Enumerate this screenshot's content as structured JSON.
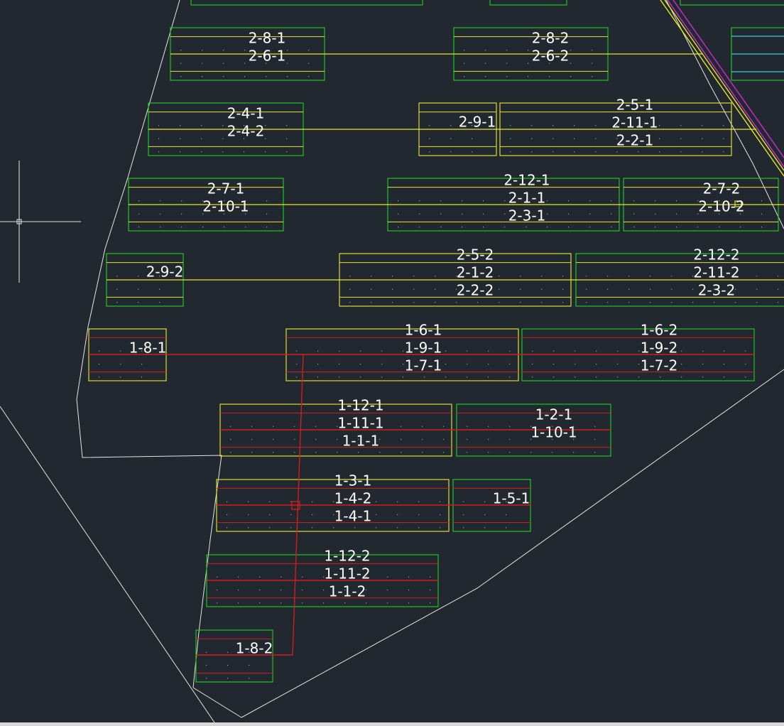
{
  "colors": {
    "background": "#212830",
    "boundary": "#e6e6e6",
    "green_outline": "#22c322",
    "yellow_outline": "#dcdc33",
    "yellow_line": "#e5e52c",
    "red_line": "#d21e1e",
    "magenta_line": "#d12ad1",
    "cyan_line": "#3cc8d8",
    "label_text": "#ffffff",
    "status_strip": "#d9d9d9"
  },
  "icons": {
    "crosshair": "crosshair-cursor-icon",
    "junction": "junction-marker-icon"
  },
  "blocks": [
    {
      "id": "b-top-1",
      "outline": "green",
      "labels": []
    },
    {
      "id": "b-top-2",
      "outline": "green",
      "labels": []
    },
    {
      "id": "b-top-3",
      "outline": "green",
      "labels": []
    },
    {
      "id": "b-2-8-1",
      "outline": "green",
      "labels": [
        "2-8-1",
        "2-6-1"
      ]
    },
    {
      "id": "b-2-8-2",
      "outline": "green",
      "labels": [
        "2-8-2",
        "2-6-2"
      ]
    },
    {
      "id": "b-right-cyan",
      "outline": "green",
      "labels": []
    },
    {
      "id": "b-2-4-1",
      "outline": "green",
      "labels": [
        "2-4-1",
        "2-4-2"
      ]
    },
    {
      "id": "b-2-9-1",
      "outline": "yellow",
      "labels": [
        "2-9-1"
      ]
    },
    {
      "id": "b-2-5-1",
      "outline": "yellow",
      "labels": [
        "2-5-1",
        "2-11-1",
        "2-2-1"
      ]
    },
    {
      "id": "b-2-7-1",
      "outline": "green",
      "labels": [
        "2-7-1",
        "2-10-1"
      ]
    },
    {
      "id": "b-2-12-1",
      "outline": "green",
      "labels": [
        "2-12-1",
        "2-1-1",
        "2-3-1"
      ]
    },
    {
      "id": "b-2-7-2",
      "outline": "green",
      "labels": [
        "2-7-2",
        "2-10-2"
      ]
    },
    {
      "id": "b-2-9-2",
      "outline": "green",
      "labels": [
        "2-9-2"
      ]
    },
    {
      "id": "b-2-5-2",
      "outline": "yellow",
      "labels": [
        "2-5-2",
        "2-1-2",
        "2-2-2"
      ]
    },
    {
      "id": "b-2-12-2",
      "outline": "green",
      "labels": [
        "2-12-2",
        "2-11-2",
        "2-3-2"
      ]
    },
    {
      "id": "b-1-8-1",
      "outline": "yellow",
      "labels": [
        "1-8-1"
      ]
    },
    {
      "id": "b-1-6-1",
      "outline": "yellow",
      "labels": [
        "1-6-1",
        "1-9-1",
        "1-7-1"
      ]
    },
    {
      "id": "b-1-6-2",
      "outline": "green",
      "labels": [
        "1-6-2",
        "1-9-2",
        "1-7-2"
      ]
    },
    {
      "id": "b-1-12-1",
      "outline": "yellow",
      "labels": [
        "1-12-1",
        "1-11-1",
        "1-1-1"
      ]
    },
    {
      "id": "b-1-2-1",
      "outline": "green",
      "labels": [
        "1-2-1",
        "1-10-1"
      ]
    },
    {
      "id": "b-1-3-1",
      "outline": "yellow",
      "labels": [
        "1-3-1",
        "1-4-2",
        "1-4-1"
      ]
    },
    {
      "id": "b-1-5-1",
      "outline": "green",
      "labels": [
        "1-5-1"
      ]
    },
    {
      "id": "b-1-12-2",
      "outline": "green",
      "labels": [
        "1-12-2",
        "1-11-2",
        "1-1-2"
      ]
    },
    {
      "id": "b-1-8-2",
      "outline": "green",
      "labels": [
        "1-8-2"
      ]
    }
  ]
}
